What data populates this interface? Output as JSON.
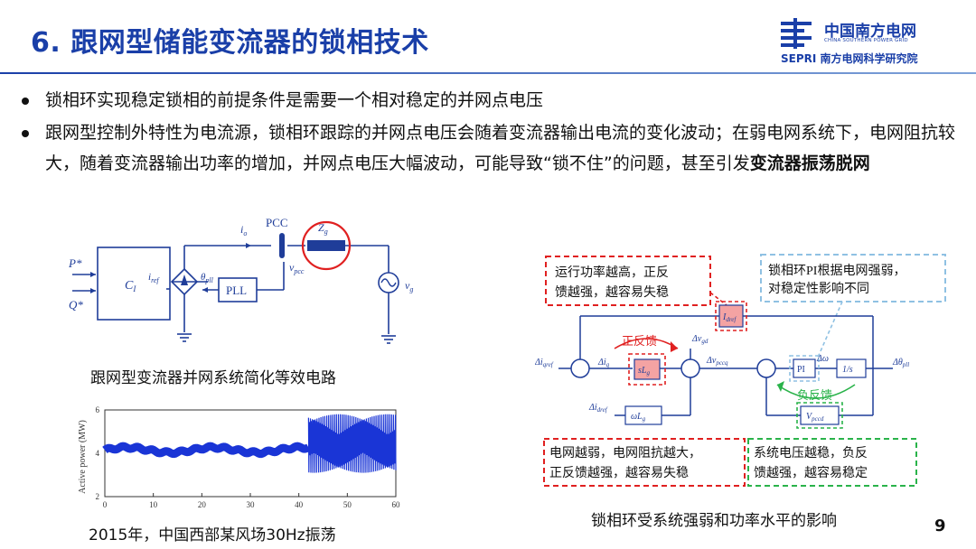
{
  "slide": {
    "title": "6. 跟网型储能变流器的锁相技术",
    "page_number": "9"
  },
  "logo": {
    "cn_name": "中国南方电网",
    "en_name": "CHINA SOUTHERN POWER GRID",
    "sepri": "SEPRI 南方电网科学研究院"
  },
  "bullets": [
    {
      "text": "锁相环实现稳定锁相的前提条件是需要一个相对稳定的并网点电压"
    },
    {
      "text": "跟网型控制外特性为电流源，锁相环跟踪的并网点电压会随着变流器输出电流的变化波动；在弱电网系统下，电网阻抗较大，随着变流器输出功率的增加，并网点电压大幅波动，可能导致“锁不住”的问题，甚至引发",
      "emphasis": "变流器振荡脱网"
    }
  ],
  "circuit": {
    "caption": "跟网型变流器并网系统简化等效电路",
    "labels": {
      "p": "P*",
      "q": "Q*",
      "ci": "C",
      "ci_sub": "I",
      "iref": "i",
      "iref_sub": "ref",
      "theta": "θ",
      "theta_sub": "pll",
      "pll": "PLL",
      "io": "i",
      "io_sub": "o",
      "pcc": "PCC",
      "vpcc": "v",
      "vpcc_sub": "pcc",
      "zg": "Z",
      "zg_sub": "g",
      "vg": "v",
      "vg_sub": "g"
    }
  },
  "waveform": {
    "caption": "2015年，中国西部某风场30Hz振荡",
    "ylabel": "Active power (MW)",
    "x_ticks": [
      "0",
      "10",
      "20",
      "30",
      "40",
      "50",
      "60"
    ],
    "y_ticks": [
      "2",
      "4",
      "6"
    ],
    "xlim": [
      0,
      60
    ],
    "ylim": [
      2,
      6
    ],
    "baseline_level_mw": 4.15,
    "oscillation_start_s": 42,
    "oscillation_range_mw": [
      3.1,
      5.8
    ]
  },
  "block_diagram": {
    "caption": "锁相环受系统强弱和功率水平的影响",
    "notes": {
      "power": "运行功率越高，正反馈越强，越容易失稳",
      "pi": "锁相环PI根据电网强弱，对稳定性影响不同",
      "weak_grid": "电网越弱，电网阻抗越大，正反馈越强，越容易失稳",
      "voltage": "系统电压越稳，负反馈越强，越容易稳定"
    },
    "feedback": {
      "positive": "正反馈",
      "negative": "负反馈"
    },
    "signals": {
      "delta_iqref": "Δi",
      "delta_iqref_sub": "qref",
      "delta_iq": "Δi",
      "delta_iq_sub": "q",
      "delta_idref": "Δi",
      "delta_idref_sub": "dref",
      "delta_vgd": "Δv",
      "delta_vgd_sub": "gd",
      "delta_vpccq": "Δv",
      "delta_vpccq_sub": "pccq",
      "delta_omega": "Δω",
      "delta_theta": "Δθ",
      "delta_theta_sub": "pll"
    },
    "blocks": {
      "idref": "I",
      "idref_sub": "dref",
      "slg": "sL",
      "slg_sub": "g",
      "wlg": "ωL",
      "wlg_sub": "g",
      "pi": "PI",
      "integrator": "1/s",
      "vpccd": "V",
      "vpccd_sub": "pccd"
    }
  },
  "colors": {
    "title": "#1a3fa8",
    "highlight_red": "#e02020",
    "note_green": "#2ab34a",
    "note_blue": "#8fc1e3",
    "wire_blue": "#1f3d99",
    "waveform_blue": "#1a35d6"
  }
}
